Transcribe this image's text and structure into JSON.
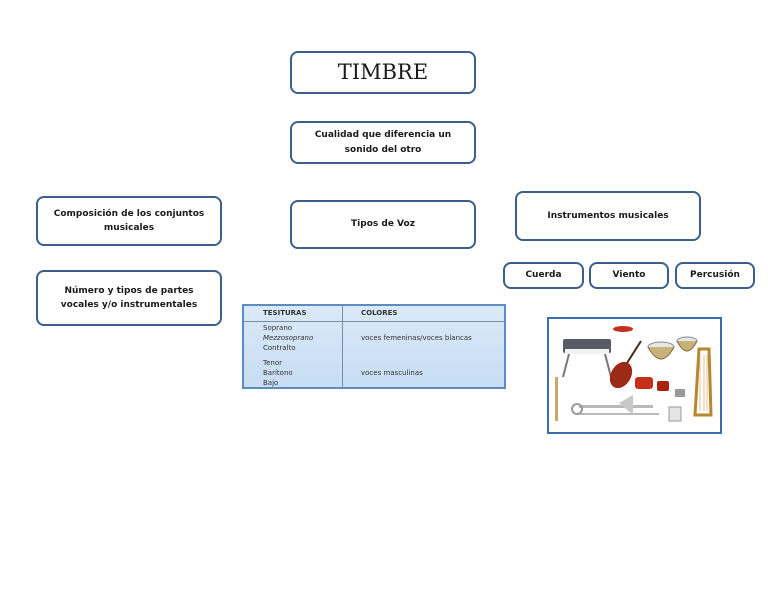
{
  "title": "TIMBRE",
  "quality": "Cualidad que diferencia un sonido del otro",
  "voice_types": "Tipos de Voz",
  "composition": "Composición de los conjuntos musicales",
  "parts": "Número y tipos de partes vocales y/o instrumentales",
  "instruments": {
    "title": "Instrumentos musicales",
    "families": [
      "Cuerda",
      "Viento",
      "Percusión"
    ]
  },
  "voice_table": {
    "headers": [
      "TESITURAS",
      "COLORES"
    ],
    "female": [
      "Soprano",
      "Mezzosoprano",
      "Contralto"
    ],
    "female_color": "voces femeninas/voces blancas",
    "male": [
      "Tenor",
      "Barítono",
      "Bajo"
    ],
    "male_color": "voces masculinas"
  },
  "colors": {
    "box_border": "#3b5f8a",
    "table_border": "#5b8cc4",
    "table_fill": "#c7ddf3"
  },
  "image_icons": [
    "piano-icon",
    "violin-icon",
    "timpani-icon",
    "harp-icon",
    "trombone-icon",
    "flute-icon",
    "drum-icon"
  ]
}
